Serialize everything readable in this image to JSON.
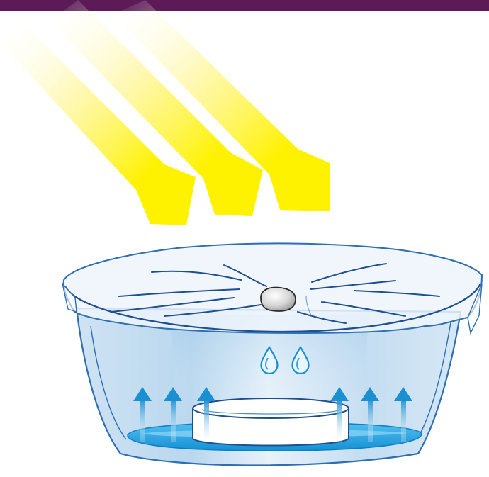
{
  "colors": {
    "top_bar": "#5c1a57",
    "sun_ray": "#fff200",
    "sun_ray_fade": "#ffffff",
    "water": "#2ea6de",
    "water_dark": "#0b7fc4",
    "bowl_tint": "#cfe6f5",
    "bowl_outline": "#2d6fb3",
    "wrap_outline": "#1d4f91",
    "arrow": "#1a8fd1",
    "pebble": "#c8c8c8",
    "droplet": "#3aa0dc"
  },
  "icons": {
    "sun_rays": "sun-rays-icon",
    "pebble": "pebble-icon",
    "droplets": "water-droplet-icon",
    "evaporation_arrows": "up-arrow-icon"
  },
  "evaporation_arrow_count": 6,
  "sun_ray_count": 3,
  "droplet_count": 2
}
